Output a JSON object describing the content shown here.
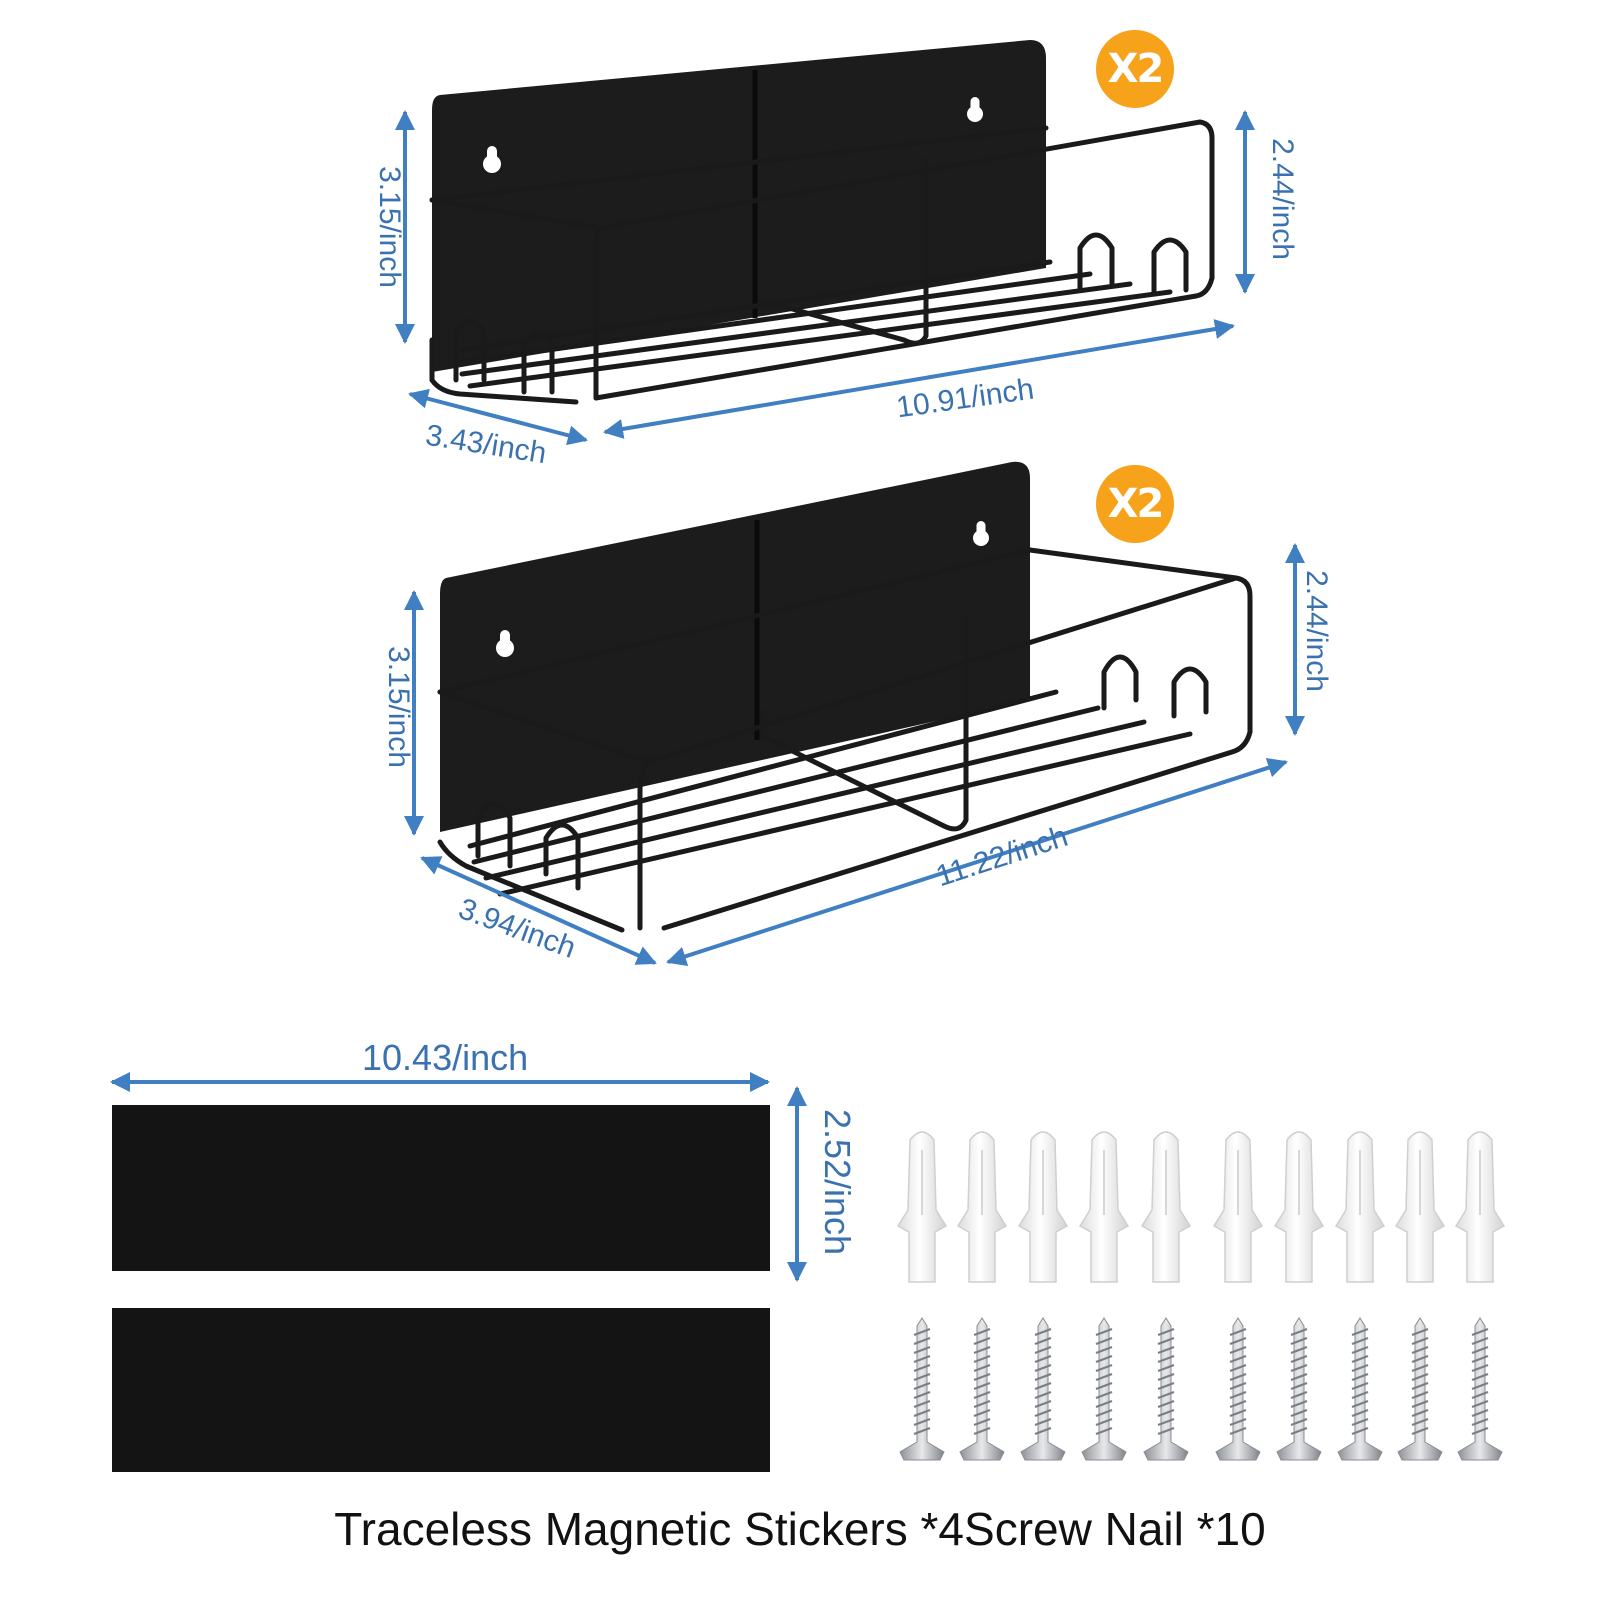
{
  "colors": {
    "dimension": "#3f7fc2",
    "dimension_text": "#3a72b0",
    "badge": "#f7a21b",
    "panel": "#1c1c1c",
    "wire": "#1a1a1a",
    "sticker": "#141414",
    "anchor": "#f2f2f2",
    "screw": "#b9bcc1"
  },
  "icons": {
    "rack": "wire-basket-rack-icon",
    "sticker": "magnetic-sticker-icon",
    "anchor": "wall-anchor-icon",
    "screw": "screw-icon",
    "keyhole": "keyhole-slot-icon"
  },
  "rack_small": {
    "badge": "X2",
    "height_left": "3.15/inch",
    "height_right": "2.44/inch",
    "length": "10.91/inch",
    "depth": "3.43/inch"
  },
  "rack_large": {
    "badge": "X2",
    "height_left": "3.15/inch",
    "height_right": "2.44/inch",
    "length": "11.22/inch",
    "depth": "3.94/inch"
  },
  "stickers": {
    "width": "10.43/inch",
    "height": "2.52/inch",
    "count_shown": 2
  },
  "hardware": {
    "anchors_shown": 10,
    "screws_shown": 10
  },
  "caption": "Traceless Magnetic Stickers *4Screw Nail *10"
}
